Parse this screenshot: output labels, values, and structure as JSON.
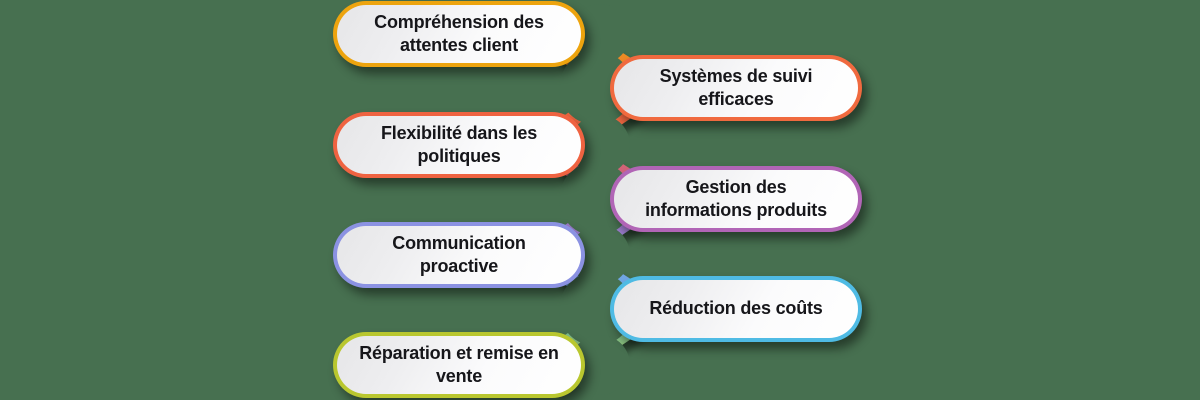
{
  "diagram": {
    "type": "zigzag-chain",
    "background_color": "#477050",
    "nodes": [
      {
        "id": "node-1",
        "label": "Compréhension des attentes client",
        "side": "left",
        "order": 1,
        "border_color": "#EDA40E",
        "color_name": "amber"
      },
      {
        "id": "node-2",
        "label": "Systèmes de suivi efficaces",
        "side": "right",
        "order": 2,
        "border_color": "#F06A3F",
        "color_name": "orange-red"
      },
      {
        "id": "node-3",
        "label": "Flexibilité dans les politiques",
        "side": "left",
        "order": 3,
        "border_color": "#EF6341",
        "color_name": "coral"
      },
      {
        "id": "node-4",
        "label": "Gestion des informations produits",
        "side": "right",
        "order": 4,
        "border_color": "#B165B6",
        "color_name": "orchid"
      },
      {
        "id": "node-5",
        "label": "Communication proactive",
        "side": "left",
        "order": 5,
        "border_color": "#8B92E2",
        "color_name": "periwinkle"
      },
      {
        "id": "node-6",
        "label": "Réduction des coûts",
        "side": "right",
        "order": 6,
        "border_color": "#4FBBE4",
        "color_name": "sky-blue"
      },
      {
        "id": "node-7",
        "label": "Réparation et remise en vente",
        "side": "left",
        "order": 7,
        "border_color": "#B9C72F",
        "color_name": "yellow-green"
      }
    ],
    "connectors": [
      {
        "id": "connector-1-2",
        "from": "node-1",
        "to": "node-2",
        "from_color": "#EDA40E",
        "to_color": "#F06A3F"
      },
      {
        "id": "connector-2-3",
        "from": "node-2",
        "to": "node-3",
        "from_color": "#F06A3F",
        "to_color": "#EF6341"
      },
      {
        "id": "connector-3-4",
        "from": "node-3",
        "to": "node-4",
        "from_color": "#EF6341",
        "to_color": "#B165B6"
      },
      {
        "id": "connector-4-5",
        "from": "node-4",
        "to": "node-5",
        "from_color": "#B165B6",
        "to_color": "#8B92E2"
      },
      {
        "id": "connector-5-6",
        "from": "node-5",
        "to": "node-6",
        "from_color": "#8B92E2",
        "to_color": "#4FBBE4"
      },
      {
        "id": "connector-6-7",
        "from": "node-6",
        "to": "node-7",
        "from_color": "#4FBBE4",
        "to_color": "#B9C72F"
      }
    ]
  }
}
